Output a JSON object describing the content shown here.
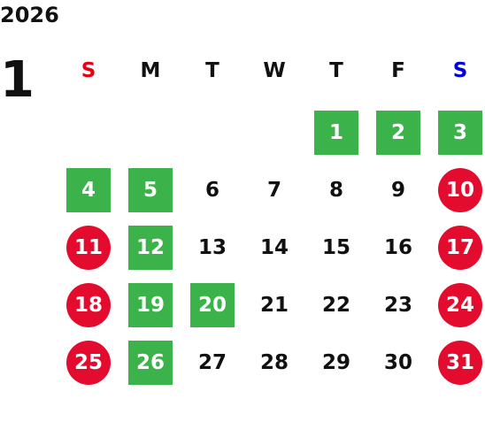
{
  "year": "2026",
  "month": "1",
  "colors": {
    "sunday_header": "#e60012",
    "saturday_header": "#0000d8",
    "green_day": "#3cb34a",
    "red_holiday": "#e30c2e"
  },
  "weekdays": [
    "S",
    "M",
    "T",
    "W",
    "T",
    "F",
    "S"
  ],
  "days": [
    {
      "label": "1",
      "style": "green"
    },
    {
      "label": "2",
      "style": "green"
    },
    {
      "label": "3",
      "style": "green"
    },
    {
      "label": "4",
      "style": "green"
    },
    {
      "label": "5",
      "style": "green"
    },
    {
      "label": "6",
      "style": "plain"
    },
    {
      "label": "7",
      "style": "plain"
    },
    {
      "label": "8",
      "style": "plain"
    },
    {
      "label": "9",
      "style": "plain"
    },
    {
      "label": "10",
      "style": "red"
    },
    {
      "label": "11",
      "style": "red"
    },
    {
      "label": "12",
      "style": "green"
    },
    {
      "label": "13",
      "style": "plain"
    },
    {
      "label": "14",
      "style": "plain"
    },
    {
      "label": "15",
      "style": "plain"
    },
    {
      "label": "16",
      "style": "plain"
    },
    {
      "label": "17",
      "style": "red"
    },
    {
      "label": "18",
      "style": "red"
    },
    {
      "label": "19",
      "style": "green"
    },
    {
      "label": "20",
      "style": "green"
    },
    {
      "label": "21",
      "style": "plain"
    },
    {
      "label": "22",
      "style": "plain"
    },
    {
      "label": "23",
      "style": "plain"
    },
    {
      "label": "24",
      "style": "red"
    },
    {
      "label": "25",
      "style": "red"
    },
    {
      "label": "26",
      "style": "green"
    },
    {
      "label": "27",
      "style": "plain"
    },
    {
      "label": "28",
      "style": "plain"
    },
    {
      "label": "29",
      "style": "plain"
    },
    {
      "label": "30",
      "style": "plain"
    },
    {
      "label": "31",
      "style": "red"
    }
  ]
}
